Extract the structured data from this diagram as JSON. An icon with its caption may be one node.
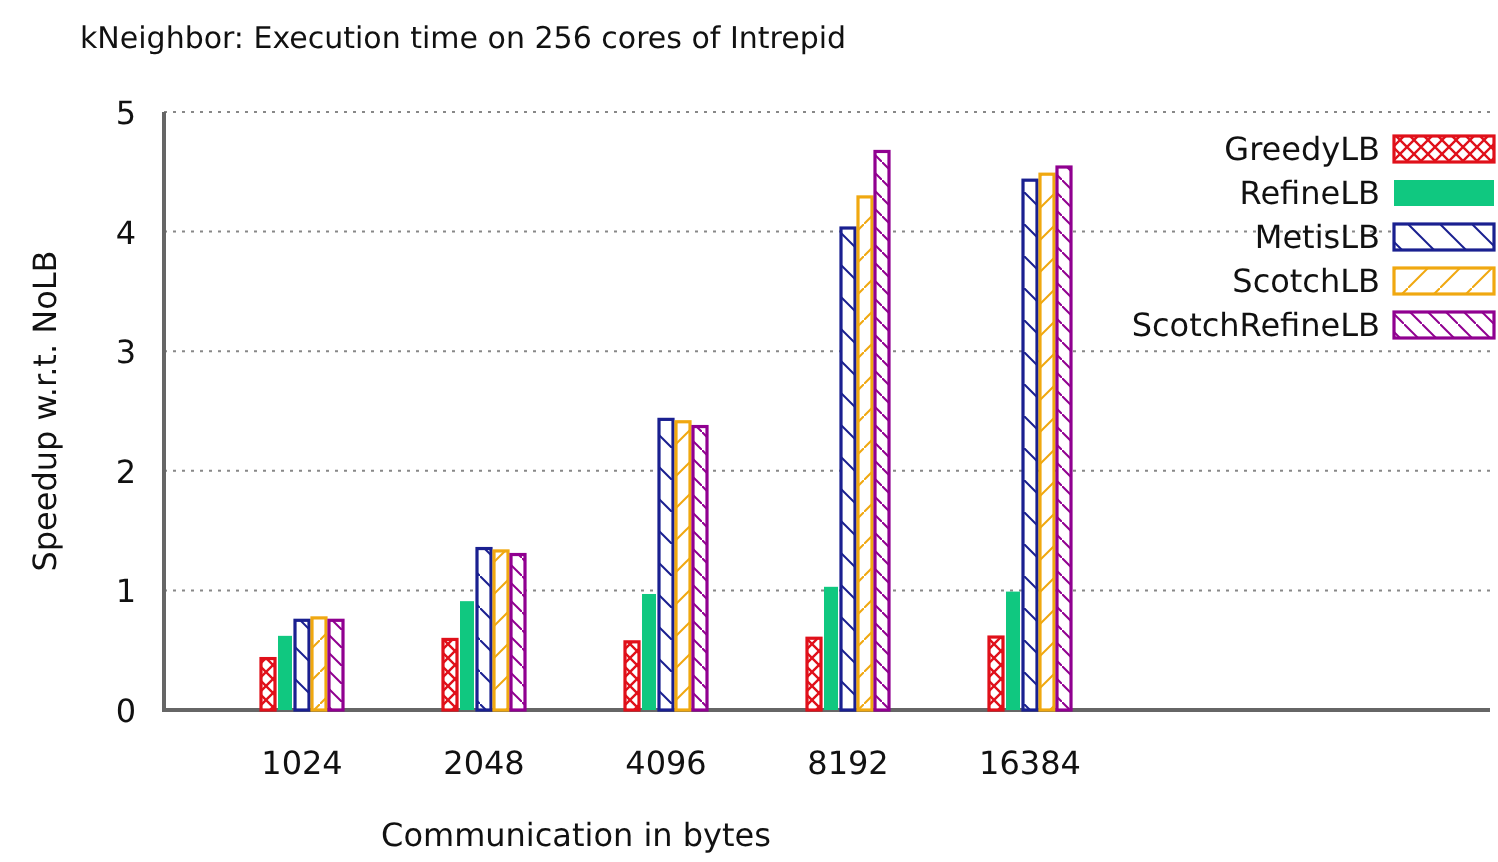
{
  "diagram": {
    "chart_data": {
      "type": "bar",
      "title": "kNeighbor: Execution time on 256 cores of Intrepid",
      "xlabel": "Communication in bytes",
      "ylabel": "Speedup w.r.t. NoLB",
      "categories": [
        "1024",
        "2048",
        "4096",
        "8192",
        "16384"
      ],
      "series": [
        {
          "name": "GreedyLB",
          "color": "#e0101a",
          "values": [
            0.43,
            0.59,
            0.57,
            0.6,
            0.61
          ]
        },
        {
          "name": "RefineLB",
          "color": "#10c880",
          "values": [
            0.62,
            0.91,
            0.97,
            1.03,
            0.99
          ]
        },
        {
          "name": "MetisLB",
          "color": "#1a2090",
          "values": [
            0.75,
            1.35,
            2.43,
            4.03,
            4.43
          ]
        },
        {
          "name": "ScotchLB",
          "color": "#f0a810",
          "values": [
            0.77,
            1.33,
            2.41,
            4.29,
            4.48
          ]
        },
        {
          "name": "ScotchRefineLB",
          "color": "#900090",
          "values": [
            0.75,
            1.3,
            2.37,
            4.67,
            4.54
          ]
        }
      ],
      "ylim": [
        0,
        5
      ],
      "yticks": [
        0,
        1,
        2,
        3,
        4,
        5
      ],
      "grid": true,
      "legend": true
    }
  }
}
